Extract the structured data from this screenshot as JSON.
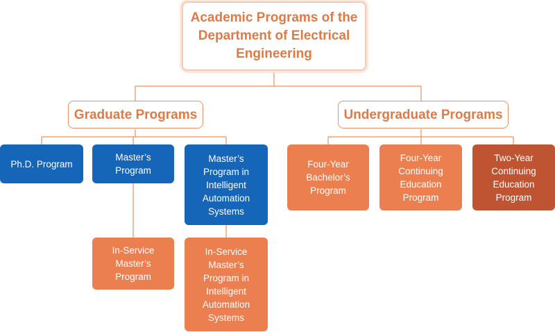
{
  "root": {
    "title": "Academic Programs of the\nDepartment of Electrical\nEngineering"
  },
  "graduate": {
    "title": "Graduate Programs",
    "phd": "Ph.D. Program",
    "masters": "Master’s\nProgram",
    "masters_ias": "Master’s\nProgram in\nIntelligent\nAutomation\nSystems",
    "inservice_masters": "In-Service\nMaster’s\nProgram",
    "inservice_masters_ias": "In-Service\nMaster’s\nProgram in\nIntelligent\nAutomation\nSystems"
  },
  "undergraduate": {
    "title": "Undergraduate Programs",
    "four_year": "Four-Year\nBachelor’s\nProgram",
    "four_year_continuing": "Four-Year\nContinuing\nEducation\nProgram",
    "two_year_continuing": "Two-Year\nContinuing\nEducation\nProgram"
  },
  "colors": {
    "connector": "#e8905f",
    "blue_box": "#1565b8",
    "orange_box": "#ec7f4f",
    "dark_orange_box": "#bf5433",
    "title_text": "#e07a45"
  }
}
